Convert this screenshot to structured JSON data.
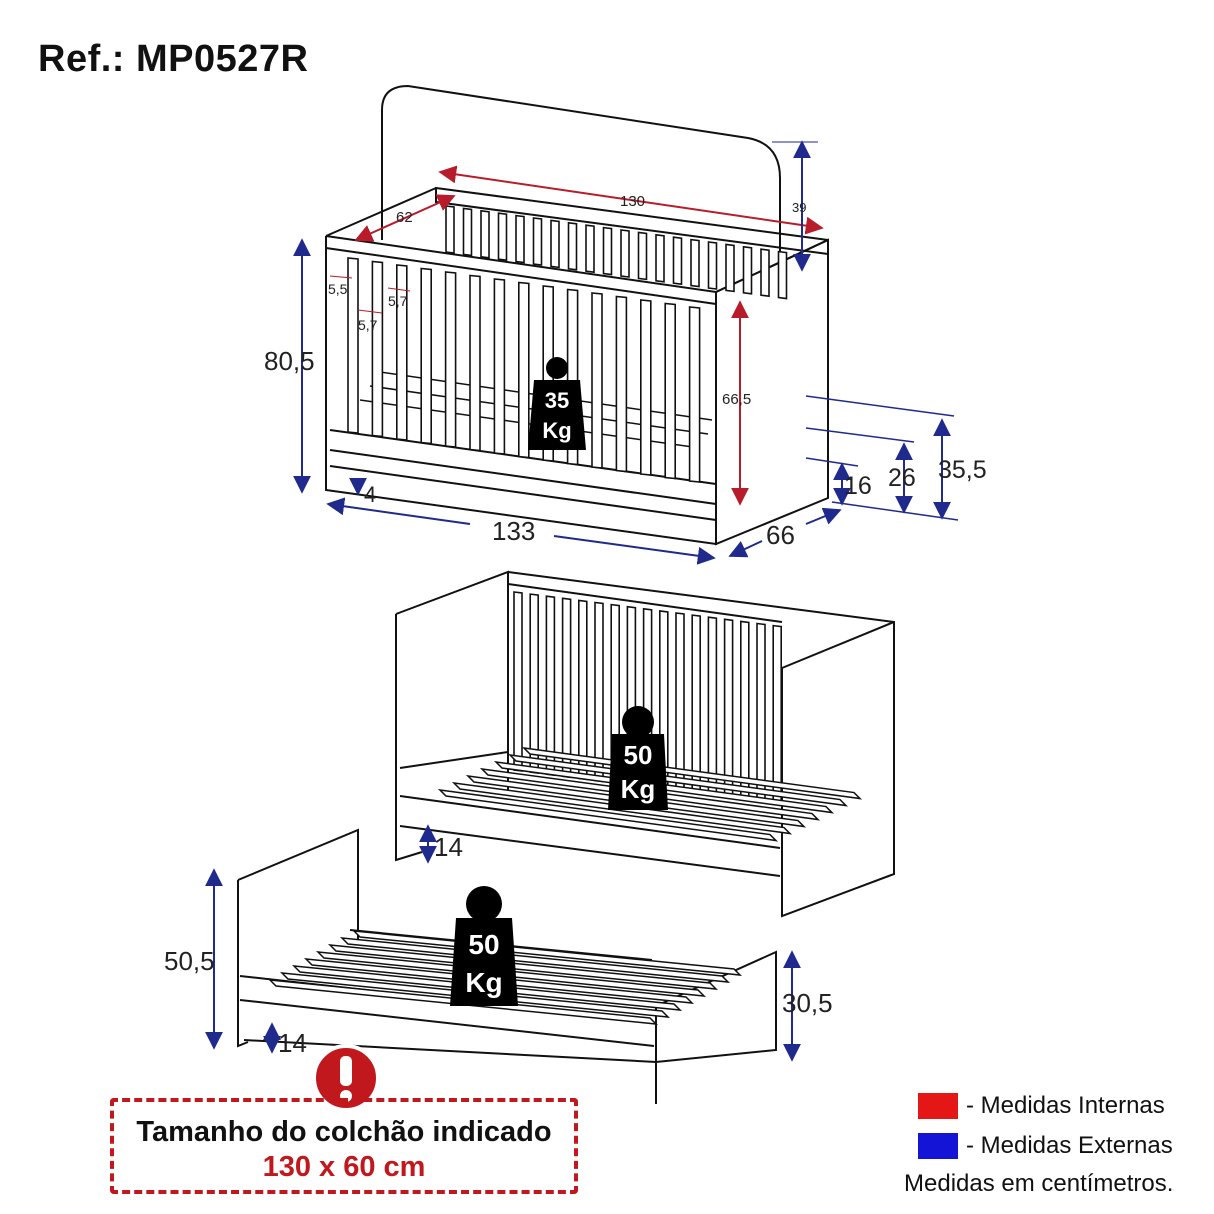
{
  "title": "Ref.: MP0527R",
  "colors": {
    "internal": "#e51616",
    "external": "#1414d6",
    "internal_line": "#b81c2a",
    "external_line": "#1f2a8c",
    "warning": "#c0181c",
    "weight_fill": "#000000"
  },
  "crib": {
    "internal": {
      "length": "130",
      "width": "62",
      "height": "66,5",
      "top_rail": "39"
    },
    "external": {
      "height": "80,5",
      "length": "133",
      "depth": "66",
      "base_gap": "4"
    },
    "slat_gaps": [
      "5,5",
      "5,7",
      "5,7"
    ],
    "mattress_heights": [
      "16",
      "26",
      "35,5"
    ],
    "weight": {
      "value": "35",
      "unit": "Kg"
    }
  },
  "sofa": {
    "base_gap": "14",
    "weight": {
      "value": "50",
      "unit": "Kg"
    }
  },
  "bed": {
    "height": "50,5",
    "footboard_height": "30,5",
    "base_gap": "14",
    "weight": {
      "value": "50",
      "unit": "Kg"
    }
  },
  "warning": {
    "icon": "exclamation-icon",
    "line1": "Tamanho do colchão indicado",
    "line2": "130 x 60 cm"
  },
  "legend": {
    "internal": "- Medidas Internas",
    "external": "- Medidas Externas",
    "note": "Medidas em centímetros."
  }
}
